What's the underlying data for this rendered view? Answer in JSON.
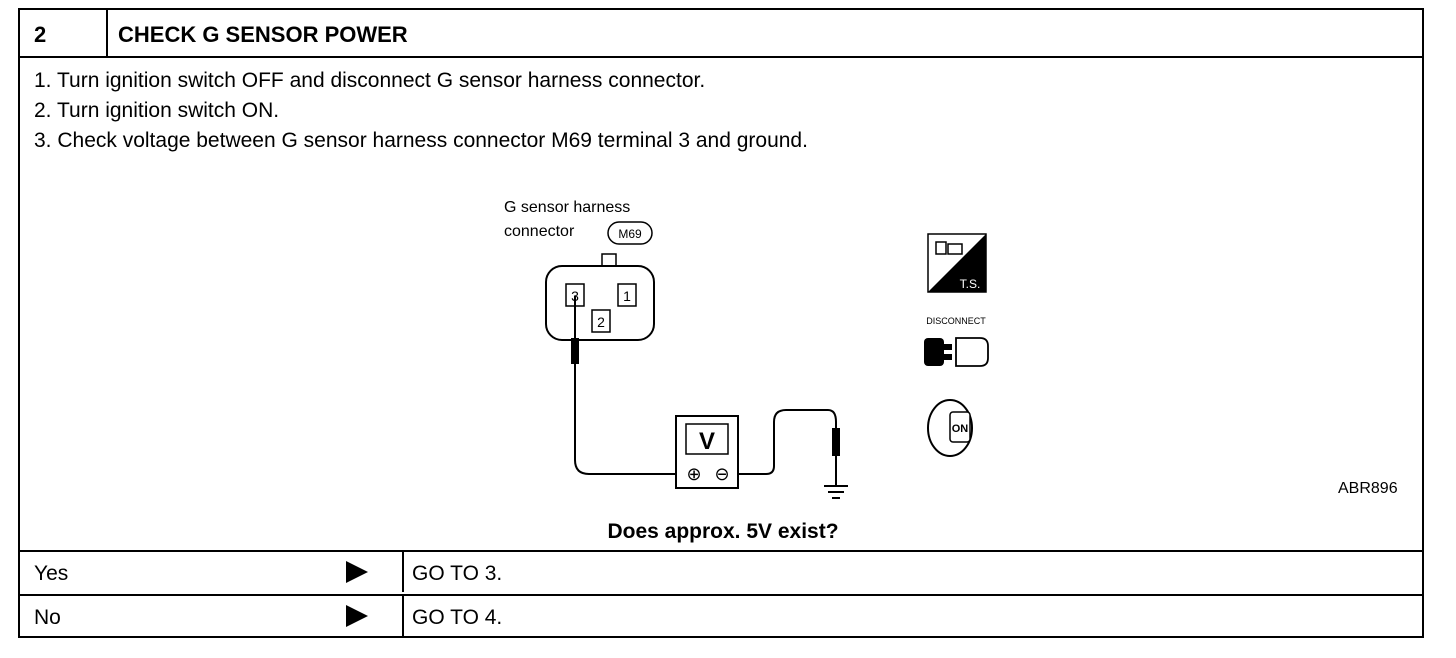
{
  "header": {
    "number": "2",
    "title": "CHECK G SENSOR POWER"
  },
  "steps": [
    "1.  Turn ignition switch OFF and disconnect G sensor harness connector.",
    "2.  Turn ignition switch ON.",
    "3.  Check voltage between G sensor harness connector M69 terminal 3 and ground."
  ],
  "diagram": {
    "connector_label_line1": "G sensor harness",
    "connector_label_line2": "connector",
    "connector_id": "M69",
    "terminals": [
      "3",
      "1",
      "2"
    ],
    "meter_symbol": "V",
    "meter_plus": "⊕",
    "meter_minus": "⊖",
    "icons": {
      "ts_text": "T.S.",
      "disconnect_text": "DISCONNECT",
      "ignition_text": "ON"
    },
    "reference": "ABR896"
  },
  "question": "Does approx. 5V exist?",
  "results": [
    {
      "answer": "Yes",
      "action": "GO TO 3."
    },
    {
      "answer": "No",
      "action": "GO TO 4."
    }
  ]
}
